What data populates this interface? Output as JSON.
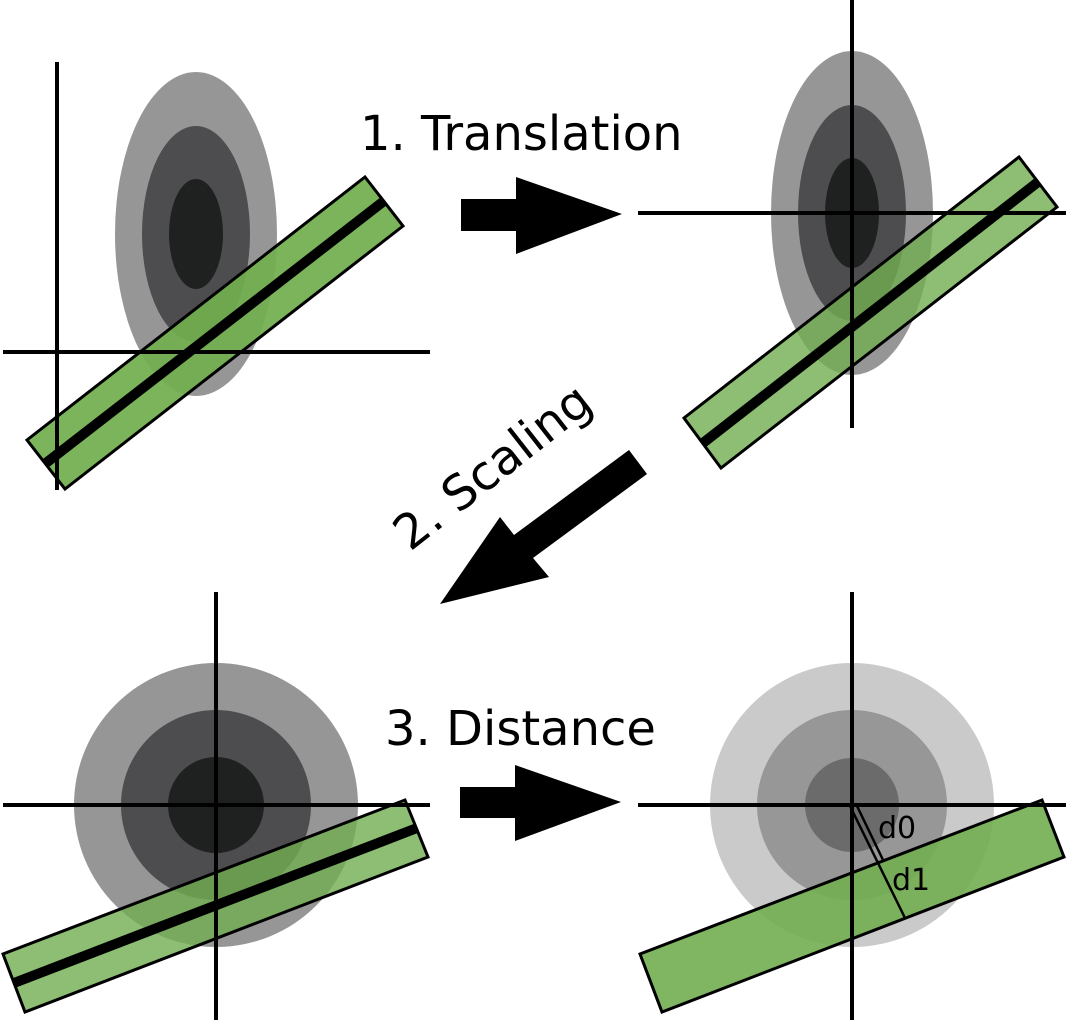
{
  "steps": [
    {
      "label": "1. Translation"
    },
    {
      "label": "2. Scaling"
    },
    {
      "label": "3. Distance"
    }
  ],
  "distances": [
    {
      "label": "d0"
    },
    {
      "label": "d1"
    }
  ],
  "colors": {
    "band": "#72ae50",
    "gauss_outer": "#969696",
    "gauss_mid": "#4d4d4f",
    "gauss_inner": "#1f2120",
    "gauss_light_outer": "#cacaca",
    "gauss_light_mid": "#979797",
    "gauss_light_inner": "#6b6b6b",
    "ink": "#000000"
  }
}
